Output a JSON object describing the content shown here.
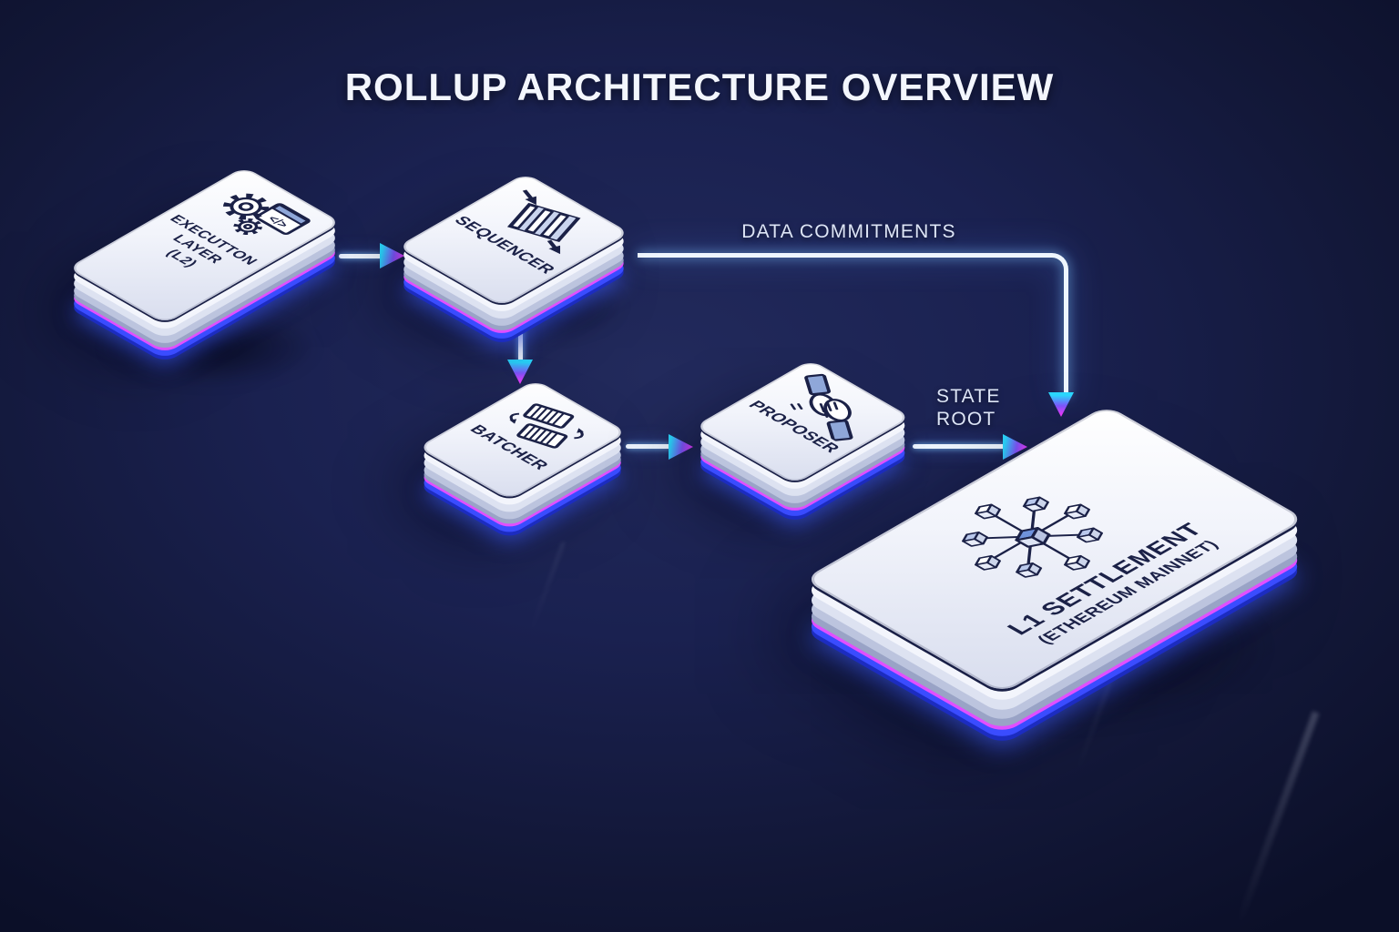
{
  "title": "ROLLUP ARCHITECTURE OVERVIEW",
  "nodes": {
    "execution_layer": {
      "lines": [
        "EXECUTTON",
        "LAYER",
        "(L2)"
      ],
      "icon": "gears-code-icon"
    },
    "sequencer": {
      "lines": [
        "SEQUENCER"
      ],
      "icon": "striped-stack-icon"
    },
    "batcher": {
      "lines": [
        "BATCHER"
      ],
      "icon": "batched-blocks-icon"
    },
    "proposer": {
      "lines": [
        "PROPOSER"
      ],
      "icon": "handshake-icon"
    },
    "l1_settlement": {
      "lines": [
        "L1 SETTLEMENT",
        "(ETHEREUM MAINNET)"
      ],
      "icon": "cube-network-icon"
    }
  },
  "edges": [
    {
      "from": "execution_layer",
      "to": "sequencer",
      "label": ""
    },
    {
      "from": "sequencer",
      "to": "batcher",
      "label": ""
    },
    {
      "from": "sequencer",
      "to": "l1_settlement",
      "label": "DATA COMMITMENTS"
    },
    {
      "from": "batcher",
      "to": "proposer",
      "label": ""
    },
    {
      "from": "proposer",
      "to": "l1_settlement",
      "label": "STATE ROOT",
      "label_lines": [
        "STATE",
        "ROOT"
      ]
    }
  ],
  "colors": {
    "background_center": "#1d2450",
    "background_edge": "#0c102a",
    "block_face": "#f2f4fb",
    "block_text": "#1b2147",
    "neon_blue": "#3a4cff",
    "neon_cyan": "#2bd9ff",
    "neon_magenta": "#e93cff",
    "connector": "#eef6ff",
    "label_text": "#dde5f6",
    "icon_accent": "#8fa7d9"
  }
}
